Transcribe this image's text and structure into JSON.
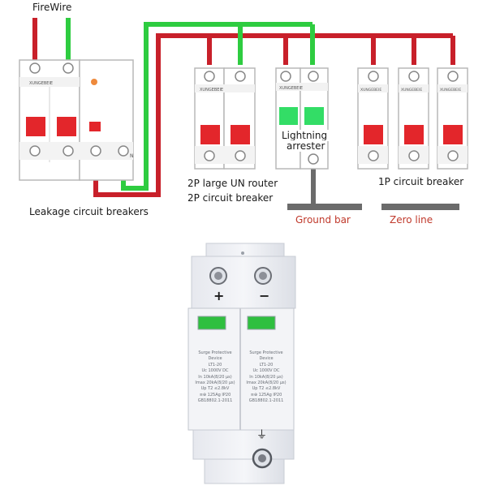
{
  "colors": {
    "live_wire": "#c8202a",
    "neutral_wire": "#2ecc40",
    "bar": "#6b6b6b",
    "switch_red": "#e3262b",
    "arrester_green": "#33dd66",
    "label_red": "#c0392b"
  },
  "diagram": {
    "firewire_label": "FireWire",
    "leakage_breaker": {
      "label": "Leakage circuit breakers",
      "brand": "XUNGEBEIE",
      "neutral_mark": "N"
    },
    "router_breaker": {
      "label_line1": "2P large UN router",
      "label_line2": "2P circuit breaker",
      "brand": "XUNGEBEIE"
    },
    "lightning_arrester": {
      "label_line1": "Lightning",
      "label_line2": "arrester",
      "brand": "XUNGEBEIE"
    },
    "branch_breakers": {
      "label": "1P circuit breaker",
      "brand": "XUNGEBEIE"
    },
    "ground_bar_label": "Ground bar",
    "zero_line_label": "Zero line"
  },
  "product": {
    "plus_mark": "+",
    "minus_mark": "−",
    "ground_mark": "⏚",
    "pole_left": {
      "lines": [
        "Surge Protective",
        "Device",
        "LT1-20",
        "Uc   1000V DC",
        "In   10kA(8/20 μs)",
        "Imax  20kA(8/20 μs)",
        "Up  T2  ≤2.8kV",
        "≡⊕  125Ag  IP20",
        "GB18802.1-2011"
      ]
    },
    "pole_right": {
      "lines": [
        "Surge Protective",
        "Device",
        "LT1-20",
        "Uc   1000V DC",
        "In   10kA(8/20 μs)",
        "Imax  20kA(8/20 μs)",
        "Up  T2  ≤2.8kV",
        "≡⊕  125Ag  IP20",
        "GB18802.1-2011"
      ]
    }
  }
}
